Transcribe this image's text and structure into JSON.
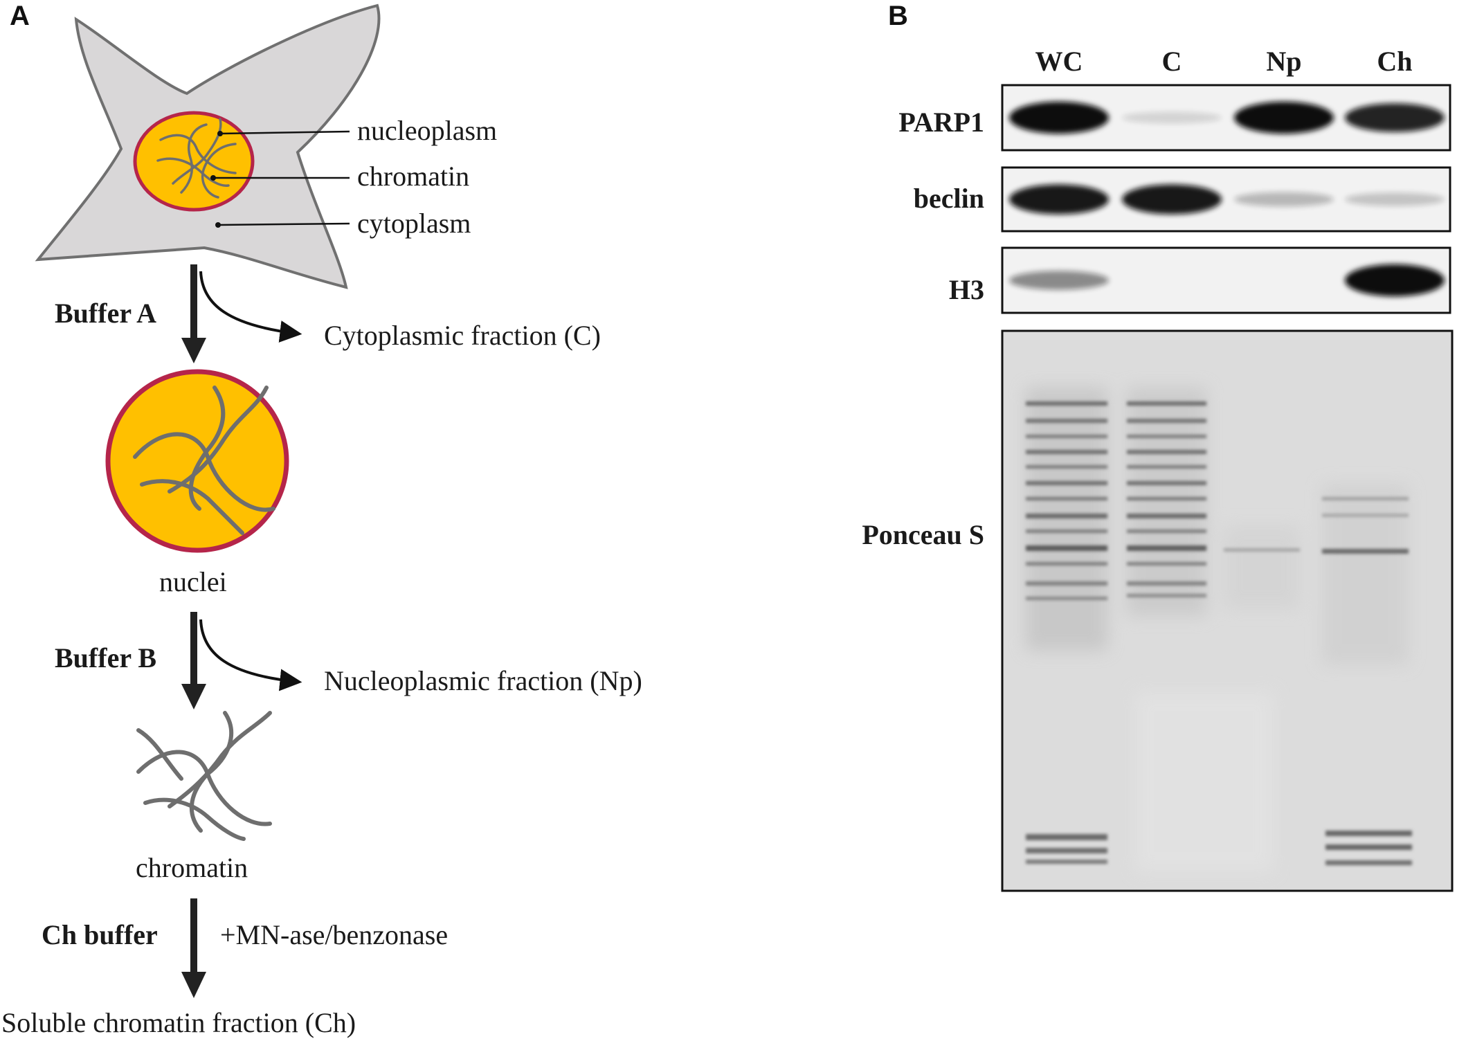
{
  "panel_a": {
    "letter": "A",
    "cell_labels": {
      "nucleoplasm": "nucleoplasm",
      "chromatin": "chromatin",
      "cytoplasm": "cytoplasm"
    },
    "steps": [
      {
        "buffer": "Buffer A",
        "fraction": "Cytoplasmic fraction (C)"
      },
      {
        "buffer": "Buffer B",
        "fraction": "Nucleoplasmic fraction (Np)"
      },
      {
        "buffer": "Ch buffer",
        "additive": "+MN-ase/benzonase",
        "fraction": "Soluble chromatin fraction (Ch)"
      }
    ],
    "intermediates": {
      "nuclei": "nuclei",
      "chromatin": "chromatin"
    },
    "colors": {
      "cell": "#d9d7d8",
      "nucleus_fill": "#ffc000",
      "nucleus_border": "#b5254a",
      "chromatin": "#6e6e6e"
    }
  },
  "panel_b": {
    "letter": "B",
    "lanes": [
      "WC",
      "C",
      "Np",
      "Ch"
    ],
    "blots": [
      {
        "label": "PARP1",
        "intensities": [
          0.95,
          0.03,
          0.95,
          0.8
        ]
      },
      {
        "label": "beclin",
        "intensities": [
          0.85,
          0.85,
          0.15,
          0.1
        ]
      },
      {
        "label": "H3",
        "intensities": [
          0.35,
          0.0,
          0.0,
          0.95
        ]
      }
    ],
    "stain": {
      "label": "Ponceau S"
    }
  }
}
